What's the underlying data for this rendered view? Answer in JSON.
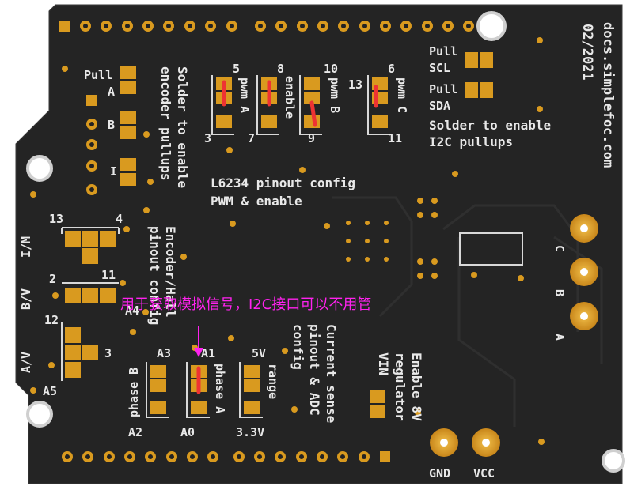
{
  "silkscreen": {
    "website": "docs.simplefoc.com",
    "date": "02/2021",
    "pull_scl_1": "Pull",
    "pull_scl_2": "SCL",
    "pull_sda_1": "Pull",
    "pull_sda_2": "SDA",
    "i2c_note_1": "Solder to enable",
    "i2c_note_2": "I2C pullups",
    "pull_encoder": "Pull",
    "enc_a": "A",
    "enc_b": "B",
    "enc_i": "I",
    "encoder_note_1": "Solder to enable",
    "encoder_note_2": "encoder pullups",
    "l6234_1": "L6234 pinout config",
    "l6234_2": "PWM & enable",
    "pin_5": "5",
    "pin_3": "3",
    "pwm_a": "pwm A",
    "pin_8": "8",
    "pin_7": "7",
    "enable": "enable",
    "pin_10": "10",
    "pin_9": "9",
    "pwm_b": "pwm B",
    "pin_13": "13",
    "pin_6": "6",
    "pin_11": "11",
    "pwm_c": "pwm C",
    "left_13": "13",
    "left_4": "4",
    "left_im": "I/M",
    "left_2": "2",
    "left_11": "11",
    "left_bv": "B/V",
    "left_12": "12",
    "left_3": "3",
    "left_av": "A/V",
    "left_a5": "A5",
    "left_a4": "A4",
    "encoder_pinout_1": "Encoder/Hall",
    "encoder_pinout_2": "pinout config",
    "a3": "A3",
    "a2": "A2",
    "phase_b": "phase B",
    "a1": "A1",
    "a0": "A0",
    "phase_a": "phase A",
    "v5": "5V",
    "v33": "3.3V",
    "range": "range",
    "current_1": "Current sense",
    "current_2": "pinout & ADC",
    "current_3": "config",
    "reg_1": "Enable 8V",
    "reg_2": "regulator",
    "reg_3": "VIN",
    "term_c": "C",
    "term_b": "B",
    "term_a": "A",
    "gnd": "GND",
    "vcc": "VCC"
  },
  "annotation": {
    "text": "用于获取模拟信号，I2C接口可以不用管"
  },
  "colors": {
    "board": "#222222",
    "copper": "#d99a1f",
    "solder_mark": "#ee3333",
    "annotation": "#ff22ee"
  }
}
